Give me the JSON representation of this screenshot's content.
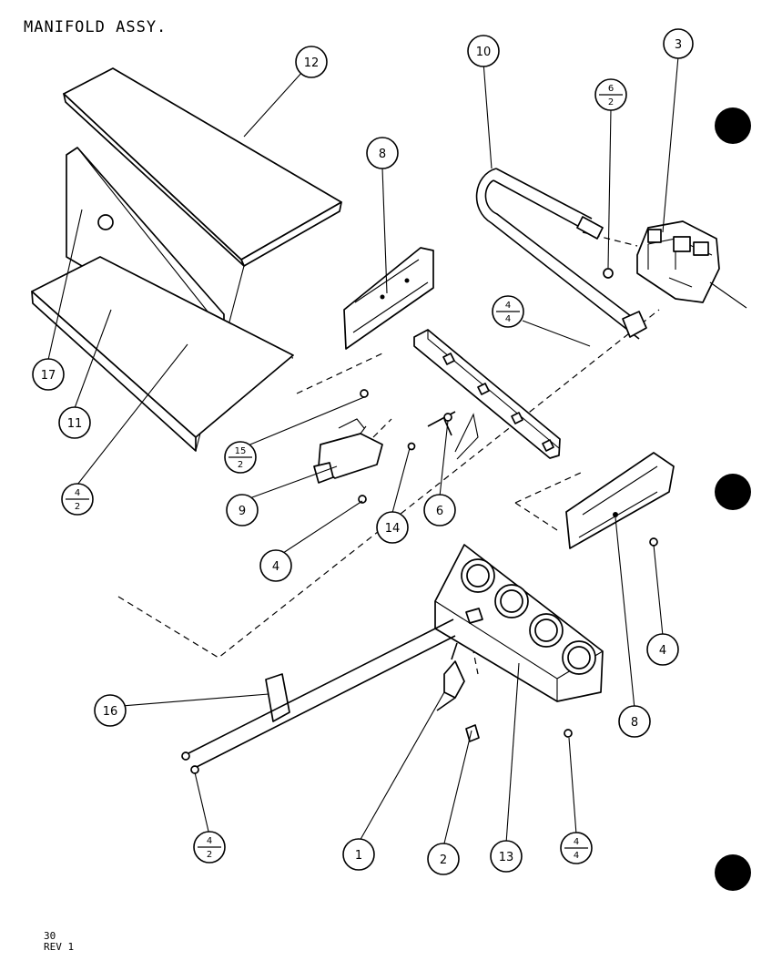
{
  "title": "MANIFOLD ASSY.",
  "footer": {
    "page": "30",
    "rev": "REV 1"
  },
  "callouts": [
    {
      "label": "12"
    },
    {
      "label": "10"
    },
    {
      "label": "3"
    },
    {
      "label": "6",
      "sub": "2"
    },
    {
      "label": "8"
    },
    {
      "label": "4",
      "sub": "4"
    },
    {
      "label": "17"
    },
    {
      "label": "11"
    },
    {
      "label": "4",
      "sub": "2"
    },
    {
      "label": "15",
      "sub": "2"
    },
    {
      "label": "9"
    },
    {
      "label": "14"
    },
    {
      "label": "6"
    },
    {
      "label": "4"
    },
    {
      "label": "4"
    },
    {
      "label": "8"
    },
    {
      "label": "16"
    },
    {
      "label": "4",
      "sub": "2"
    },
    {
      "label": "1"
    },
    {
      "label": "2"
    },
    {
      "label": "13"
    },
    {
      "label": "4",
      "sub": "4"
    }
  ]
}
